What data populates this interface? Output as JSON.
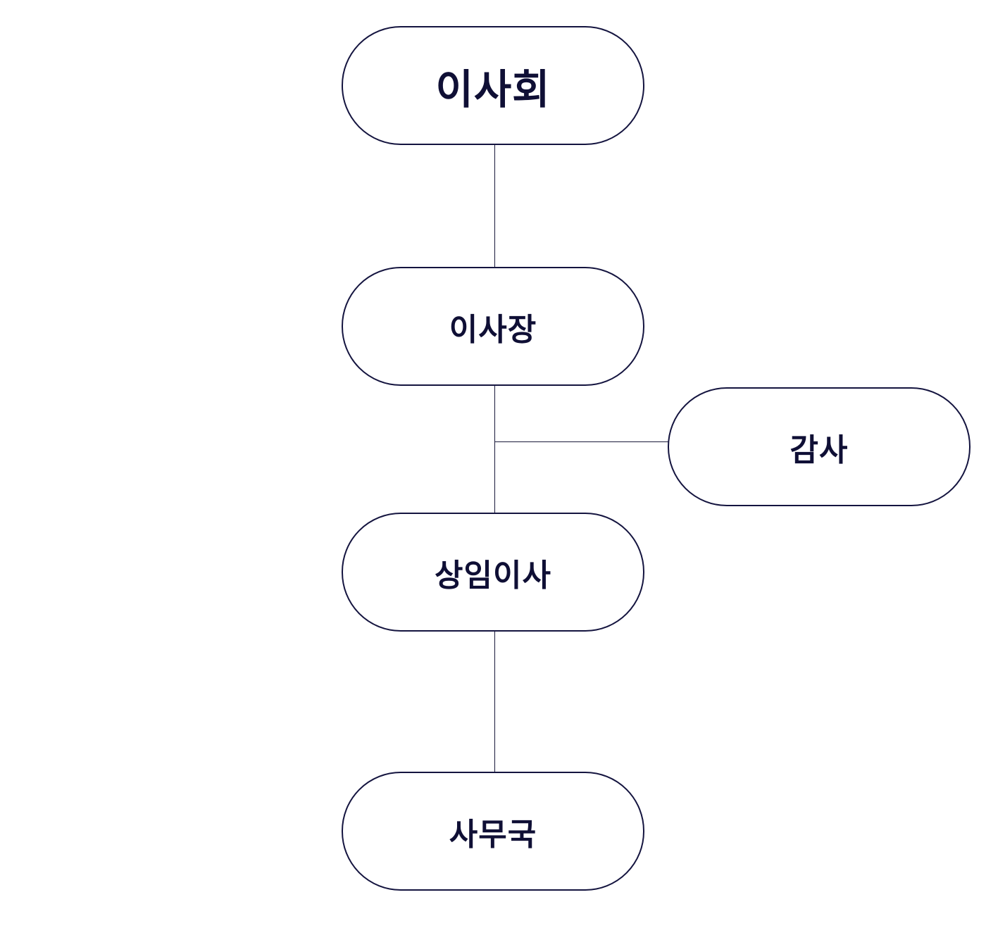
{
  "org_chart": {
    "nodes": {
      "board": "이사회",
      "chairman": "이사장",
      "auditor": "감사",
      "standing_director": "상임이사",
      "secretariat": "사무국"
    },
    "colors": {
      "border": "#14143f",
      "text": "#0f0f35",
      "line": "#1a1a3a"
    }
  }
}
